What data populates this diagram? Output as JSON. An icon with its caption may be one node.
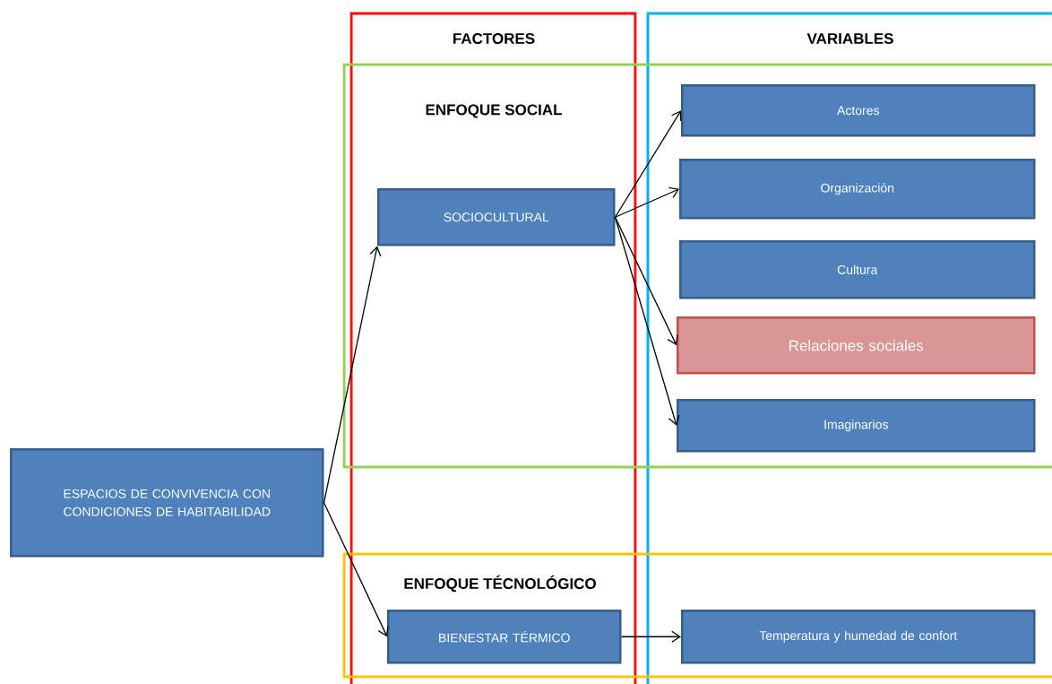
{
  "diagram": {
    "nodes": [
      {
        "text": [
          "ESPACIOS DE CONVIVENCIA CON CONDICIONES DE HABITABILIDAD"
        ]
      },
      {
        "text": [
          "SOCIOCULTURAL"
        ]
      },
      {
        "text": [
          "Actores"
        ]
      },
      {
        "text": [
          "Organización"
        ]
      },
      {
        "text": [
          "Cultura"
        ]
      },
      {
        "text": [
          "Relaciones sociales"
        ]
      },
      {
        "text": [
          "Imaginarios"
        ]
      },
      {
        "text": [
          "BIENESTAR TÉRMICO"
        ]
      },
      {
        "text": [
          "Temperatura y humedad de confort"
        ]
      }
    ],
    "edges": [
      {
        "from": 0,
        "to": 1,
        "arrow": "to"
      },
      {
        "from": 0,
        "to": 7,
        "arrow": "to"
      },
      {
        "from": 1,
        "to": 2,
        "arrow": "to"
      },
      {
        "from": 1,
        "to": 3,
        "arrow": "to"
      },
      {
        "from": 1,
        "to": 5,
        "arrow": "to"
      },
      {
        "from": 1,
        "to": 6,
        "arrow": "to"
      },
      {
        "from": 7,
        "to": 8,
        "arrow": "to"
      }
    ],
    "labels": [
      "FACTORES",
      "VARIABLES",
      "ENFOQUE SOCIAL",
      "ENFOQUE TÉCNOLÓGICO"
    ]
  }
}
